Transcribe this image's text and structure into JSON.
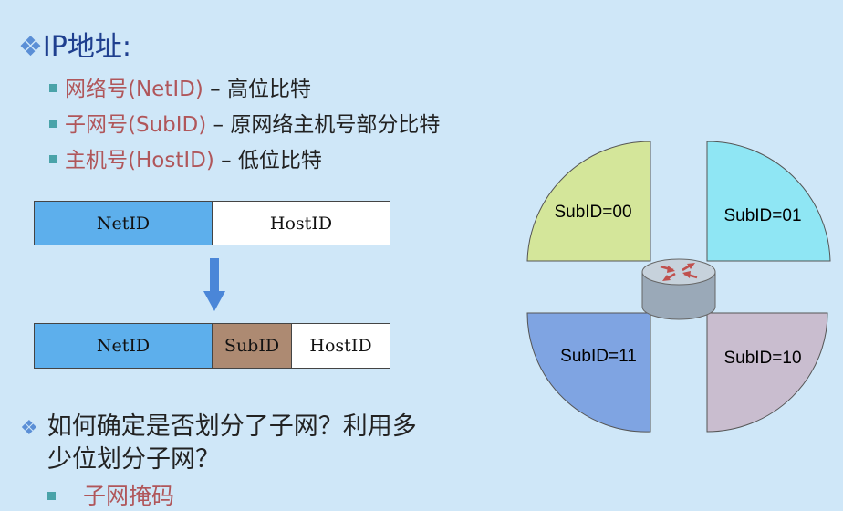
{
  "title": {
    "bullet_icon": "diamond-icon",
    "text": "IP地址:"
  },
  "bullets": [
    {
      "term": "网络号(NetID)",
      "desc": " – 高位比特"
    },
    {
      "term": "子网号(SubID)",
      "desc": " – 原网络主机号部分比特"
    },
    {
      "term": "主机号(HostID)",
      "desc": " – 低位比特"
    }
  ],
  "address_top": {
    "net": "NetID",
    "host": "HostID"
  },
  "address_bottom": {
    "net": "NetID",
    "sub": "SubID",
    "host": "HostID"
  },
  "question": {
    "line1": "如何确定是否划分了子网？利用多",
    "line2": "少位划分子网？",
    "answer": "子网掩码"
  },
  "subnets": {
    "q00": "SubID=00",
    "q01": "SubID=01",
    "q11": "SubID=11",
    "q10": "SubID=10"
  },
  "colors": {
    "q00": "#d4e69a",
    "q01": "#8fe6f4",
    "q11": "#7fa4e2",
    "q10": "#c9bdcf",
    "subid_box": "#ad8a72",
    "netid_box": "#5dafec"
  }
}
